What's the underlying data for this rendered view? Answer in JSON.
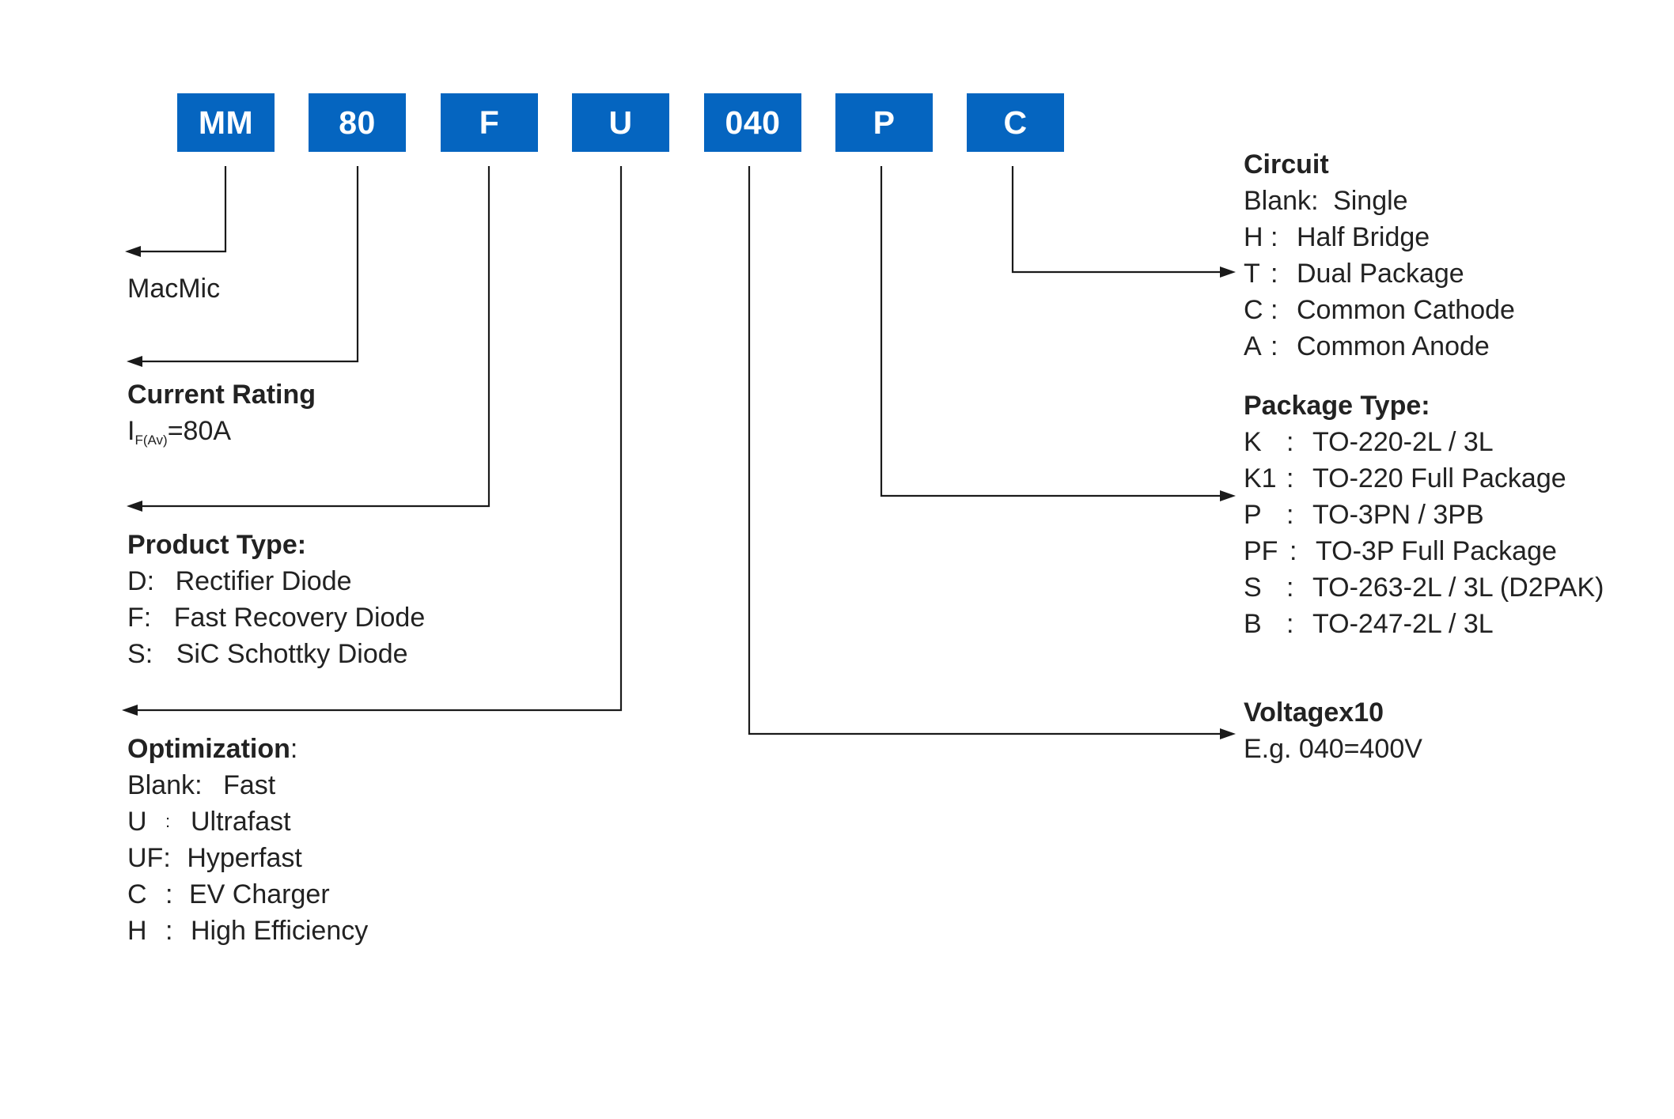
{
  "code_segments": [
    {
      "id": "mm",
      "label": "MM"
    },
    {
      "id": "current",
      "label": "80"
    },
    {
      "id": "product",
      "label": "F"
    },
    {
      "id": "optimization",
      "label": "U"
    },
    {
      "id": "voltage",
      "label": "040"
    },
    {
      "id": "package",
      "label": "P"
    },
    {
      "id": "circuit",
      "label": "C"
    }
  ],
  "macmic": {
    "text": "MacMic"
  },
  "current_rating": {
    "heading": "Current Rating",
    "symbol": "I",
    "subscript": "F(Av)",
    "value": "=80A"
  },
  "product_type": {
    "heading": "Product Type:",
    "items": [
      {
        "key": "D",
        "sep": ":",
        "value": "Rectifier Diode"
      },
      {
        "key": "F",
        "sep": ":",
        "value": "Fast Recovery Diode"
      },
      {
        "key": "S",
        "sep": ":",
        "value": "SiC Schottky Diode"
      }
    ]
  },
  "optimization": {
    "heading": "Optimization",
    "heading_sep": ":",
    "items": [
      {
        "key": "Blank",
        "sep": ":",
        "value": "Fast"
      },
      {
        "key": "U",
        "sep": ":",
        "value": "Ultrafast"
      },
      {
        "key": "UF",
        "sep": ":",
        "value": "Hyperfast"
      },
      {
        "key": "C",
        "sep": ":",
        "value": "EV Charger"
      },
      {
        "key": "H",
        "sep": ":",
        "value": "High Efficiency"
      }
    ]
  },
  "circuit": {
    "heading": "Circuit",
    "items": [
      {
        "key": "Blank",
        "sep": ":",
        "value": "Single"
      },
      {
        "key": "H",
        "sep": ":",
        "value": "Half Bridge"
      },
      {
        "key": "T",
        "sep": ":",
        "value": "Dual Package"
      },
      {
        "key": "C",
        "sep": ":",
        "value": "Common Cathode"
      },
      {
        "key": "A",
        "sep": ":",
        "value": "Common Anode"
      }
    ]
  },
  "package_type": {
    "heading": "Package Type:",
    "items": [
      {
        "key": "K",
        "sep": ":",
        "value": "TO-220-2L / 3L"
      },
      {
        "key": "K1",
        "sep": ":",
        "value": "TO-220 Full Package"
      },
      {
        "key": "P",
        "sep": ":",
        "value": "TO-3PN / 3PB"
      },
      {
        "key": "PF",
        "sep": ":",
        "value": "TO-3P Full Package"
      },
      {
        "key": "S",
        "sep": ":",
        "value": "TO-263-2L / 3L (D2PAK)"
      },
      {
        "key": "B",
        "sep": ":",
        "value": "TO-247-2L / 3L"
      }
    ]
  },
  "voltage": {
    "heading": "Voltagex10",
    "example": "E.g. 040=400V"
  },
  "colors": {
    "box": "#0565c0",
    "box_text": "#ffffff",
    "line": "#1a1a1a",
    "text": "#222222"
  }
}
